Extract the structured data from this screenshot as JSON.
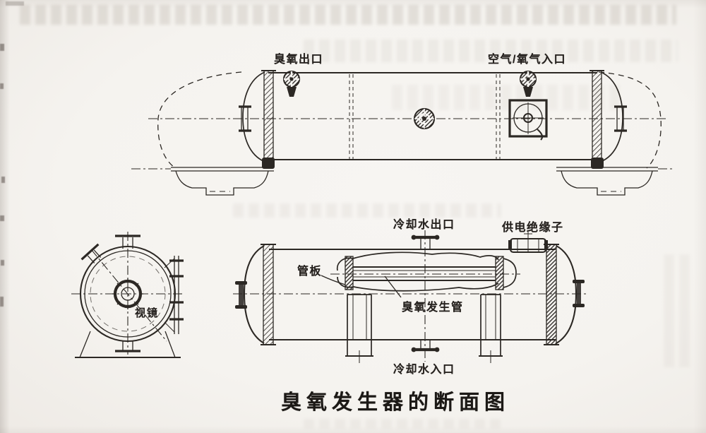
{
  "figure": {
    "caption": "臭氧发生器的断面图",
    "labels": {
      "ozone_outlet": "臭氧出口",
      "air_oxygen_inlet": "空气/氧气入口",
      "sight_glass": "视镜",
      "cooling_water_outlet": "冷却水出口",
      "power_insulator": "供电绝缘子",
      "tube_plate": "管板",
      "ozone_generating_tube": "臭氧发生管",
      "cooling_water_inlet": "冷却水入口"
    },
    "colors": {
      "paper": "#f6f4f1",
      "ink": "#2c2824"
    }
  }
}
